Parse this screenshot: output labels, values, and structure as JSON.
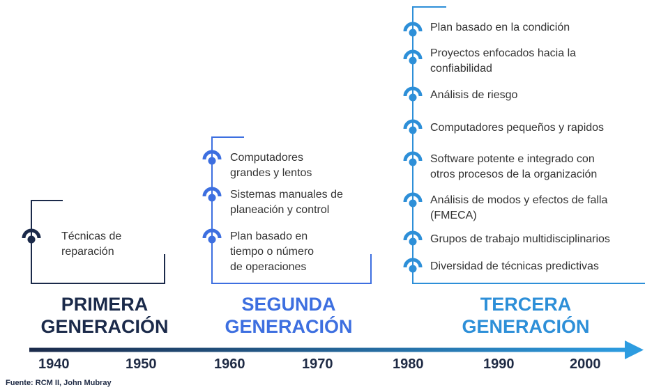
{
  "colors": {
    "first": "#1b2a4a",
    "second": "#3d6fe0",
    "third": "#2d8fd8",
    "text": "#333333",
    "year": "#1e2a44",
    "axis_start": "#1b2a4a",
    "axis_end": "#2d9ce0"
  },
  "generations": [
    {
      "label_line1": "PRIMERA",
      "label_line2": "GENERACIÓN",
      "items": [
        {
          "icon": "half-circle-bullet-icon",
          "lines": [
            "Técnicas de",
            "reparación"
          ]
        }
      ]
    },
    {
      "label_line1": "SEGUNDA",
      "label_line2": "GENERACIÓN",
      "items": [
        {
          "icon": "half-circle-bullet-icon",
          "lines": [
            "Computadores",
            "grandes y lentos"
          ]
        },
        {
          "icon": "half-circle-bullet-icon",
          "lines": [
            "Sistemas manuales de",
            "planeación y control"
          ]
        },
        {
          "icon": "half-circle-bullet-icon",
          "lines": [
            "Plan basado en",
            "tiempo o número",
            "de operaciones"
          ]
        }
      ]
    },
    {
      "label_line1": "TERCERA",
      "label_line2": "GENERACIÓN",
      "items": [
        {
          "icon": "half-circle-bullet-icon",
          "lines": [
            "Plan basado en la condición"
          ]
        },
        {
          "icon": "half-circle-bullet-icon",
          "lines": [
            "Proyectos enfocados hacia la",
            "confiabilidad"
          ]
        },
        {
          "icon": "half-circle-bullet-icon",
          "lines": [
            "Análisis de riesgo"
          ]
        },
        {
          "icon": "half-circle-bullet-icon",
          "lines": [
            "Computadores pequeños y rapidos"
          ]
        },
        {
          "icon": "half-circle-bullet-icon",
          "lines": [
            "Software potente e integrado con",
            "otros procesos de la organización"
          ]
        },
        {
          "icon": "half-circle-bullet-icon",
          "lines": [
            "Análisis de modos y efectos de falla",
            "(FMECA)"
          ]
        },
        {
          "icon": "half-circle-bullet-icon",
          "lines": [
            "Grupos de trabajo multidisciplinarios"
          ]
        },
        {
          "icon": "half-circle-bullet-icon",
          "lines": [
            "Diversidad de técnicas predictivas"
          ]
        }
      ]
    }
  ],
  "timeline": {
    "arrow_icon": "arrow-right-icon",
    "years": [
      "1940",
      "1950",
      "1960",
      "1970",
      "1980",
      "1990",
      "2000"
    ]
  },
  "source": "Fuente: RCM II, John Mubray"
}
